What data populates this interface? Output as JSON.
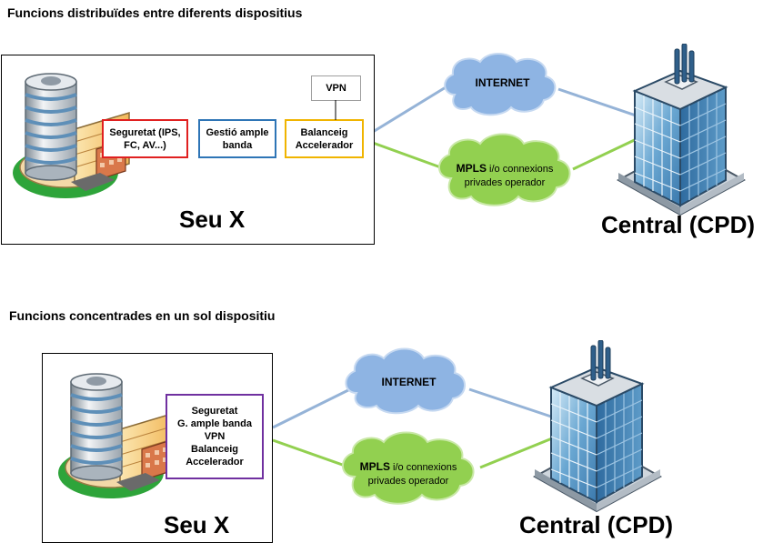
{
  "diagram1": {
    "title": "Funcions distribuïdes entre diferents dispositius",
    "site_name": "Seu X",
    "boxes": [
      {
        "text": "Seguretat (IPS, FC, AV...)",
        "color": "#e02020"
      },
      {
        "text": "Gestió ample banda",
        "color": "#2e75b6"
      },
      {
        "text": "Balanceig Accelerador",
        "color": "#f0b400"
      },
      {
        "text": "VPN",
        "color": "#9e9e9e"
      }
    ],
    "internet_label": "INTERNET",
    "mpls_bold": "MPLS",
    "mpls_rest": "i/o connexions",
    "mpls_line2": "privades operador",
    "central_name": "Central (CPD)"
  },
  "diagram2": {
    "title": "Funcions concentrades en un sol dispositiu",
    "site_name": "Seu X",
    "box_lines": [
      "Seguretat",
      "G. ample banda",
      "VPN",
      "Balanceig",
      "Accelerador"
    ],
    "box_color": "#7030a0",
    "internet_label": "INTERNET",
    "mpls_bold": "MPLS",
    "mpls_rest": "i/o connexions",
    "mpls_line2": "privades operador",
    "central_name": "Central (CPD)"
  },
  "colors": {
    "internet_cloud": "#8eb4e3",
    "internet_link": "#95b3d7",
    "mpls_cloud": "#92d050",
    "mpls_link": "#92d050"
  }
}
